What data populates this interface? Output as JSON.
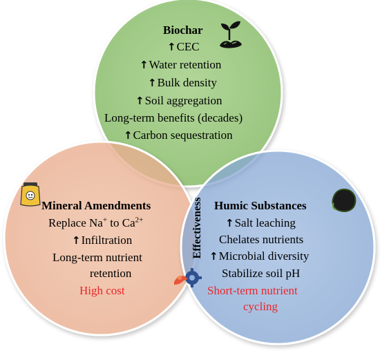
{
  "biochar": {
    "title": "Biochar",
    "items": [
      {
        "arrow": "↑",
        "text": "CEC"
      },
      {
        "arrow": "↑",
        "text": "Water retention"
      },
      {
        "arrow": "↑",
        "text": "Bulk density"
      },
      {
        "arrow": "↑",
        "text": "Soil aggregation"
      },
      {
        "arrow": "",
        "text": "Long-term benefits (decades)"
      },
      {
        "arrow": "↑",
        "text": "Carbon sequestration"
      }
    ],
    "icon": "plant-sprout-icon",
    "color": "#9ecb7f"
  },
  "mineral": {
    "title": "Mineral Amendments",
    "replace_prefix": "Replace Na",
    "na_charge": "+",
    "replace_mid": " to Ca",
    "ca_charge": "2+",
    "infiltration": {
      "arrow": "↑",
      "text": "Infiltration"
    },
    "retention_line1": "Long-term nutrient",
    "retention_line2": "retention",
    "cost": "High cost",
    "icon": "fertilizer-bag-icon",
    "color": "#f2b99b"
  },
  "humic": {
    "title": "Humic Substances",
    "items": [
      {
        "arrow": "↑",
        "text": "Salt leaching"
      },
      {
        "arrow": "",
        "text": "Chelates nutrients"
      },
      {
        "arrow": "↑",
        "text": "Microbial diversity"
      },
      {
        "arrow": "",
        "text": "Stabilize soil pH"
      }
    ],
    "short_term_line1": "Short-term nutrient",
    "short_term_line2": "cycling",
    "icon": "humus-blob-icon",
    "color": "#93b3de"
  },
  "center_label": "Effectiveness",
  "center_icon": "gear-hand-icon",
  "highlight_color": "#e8262a"
}
